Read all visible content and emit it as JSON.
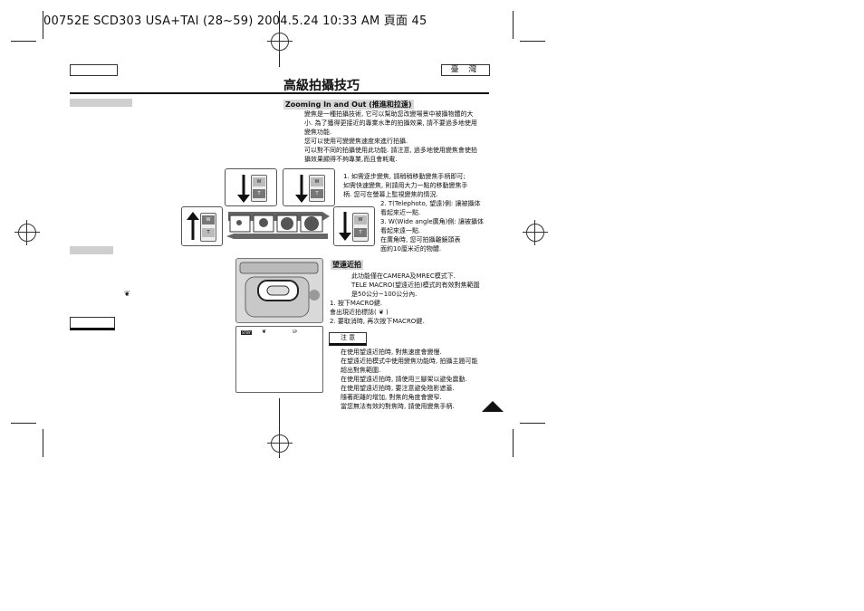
{
  "print_header": "00752E SCD303 USA+TAI (28~59)  2004.5.24 10:33 AM  頁面 45",
  "language_badge": "臺 灣",
  "page_title": "高級拍攝技巧",
  "zoom_section": {
    "heading": "Zooming In and Out (推進和拉遠)",
    "paragraph_lines": [
      "變焦是一種拍攝技術, 它可以幫助您改變場景中被攝物體的大",
      "小. 為了獲得更接近的專業水準的拍攝效果, 請不要過多地使用",
      "變焦功能.",
      "您可以使用可變變焦速度來進行拍攝.",
      "可以對不同的拍攝使用此功能. 請注意, 過多地使用變焦會使拍",
      "攝效果顯得不夠專業,而且會耗電."
    ],
    "steps": [
      "1.  如需逐步變焦, 請稍稍移動變焦手柄即可;",
      "     如需快速變焦, 則請用大力一點的移動變焦手",
      "     柄. 您可在螢幕上監視變焦的情況.",
      "2.  T(Telephoto, 望遠)側: 讓被攝体",
      "     看起來近一點.",
      "3.  W(Wide angle廣角)側: 讓被攝体",
      "     看起來遠一點.",
      "     在廣角時, 您可拍攝離鏡頭表",
      "     面約10厘米近的物體."
    ],
    "lever_labels": {
      "w": "W",
      "t": "T"
    }
  },
  "macro_section": {
    "heading": "望遠近拍",
    "lines": [
      "此功能僅在CAMERA及MREC模式下.",
      "TELE MACRO(望遠近拍)模式的有效對焦範圍",
      "是50公分~100公分內.",
      "1.  按下MACRO鍵.",
      "     會出現近拍標誌( ❦ )",
      "2.  要取消時, 再次按下MACRO鍵."
    ],
    "lcd_icons": [
      "STBY",
      "❦",
      "SP"
    ]
  },
  "notes": {
    "heading": "注  意",
    "lines": [
      "在使用望遠近拍時, 對焦速度會變慢.",
      "在望遠近拍模式中使用變焦功能時, 拍攝主題可能",
      "超出對焦範圍.",
      "在使用望遠近拍時, 請使用三腳架以避免震動.",
      "在使用望遠近拍時, 要注意避免陰影遮蓋.",
      "隨著距離的增加, 對焦的角度會變窄.",
      "當您無法有效的對焦時, 請使用變焦手柄."
    ]
  },
  "left_column": {
    "macro_symbol": "❦"
  }
}
